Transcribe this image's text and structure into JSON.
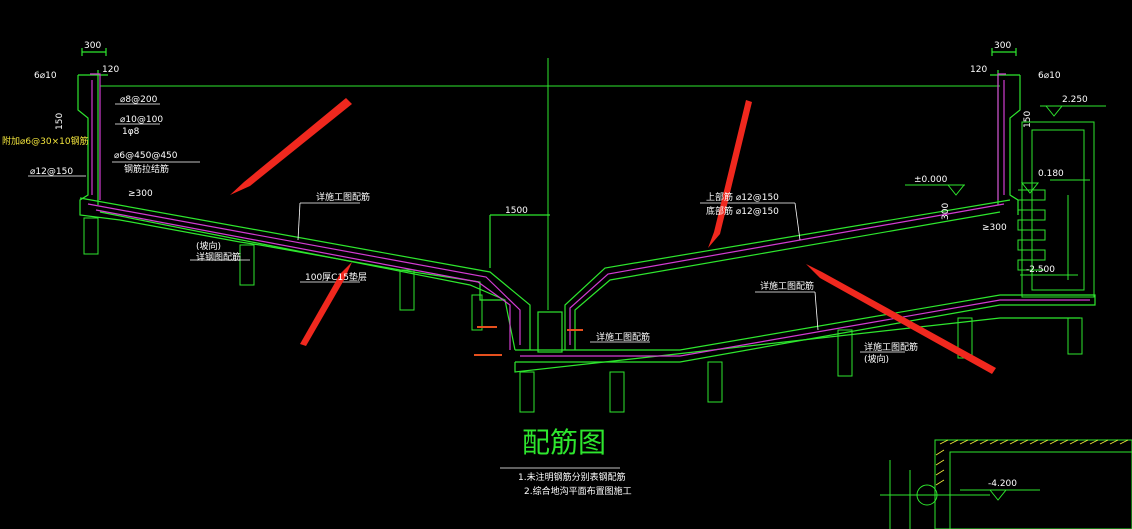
{
  "drawing": {
    "title": "配筋图",
    "notes": [
      "1.未注明钢筋分别表钢配筋",
      "2.综合地沟平面布置图施工"
    ]
  },
  "dimensions": {
    "top_left_300": "300",
    "top_right_300": "300",
    "left_120": "120",
    "right_120": "120",
    "left_150": "150",
    "right_150": "150",
    "center_1500": "1500",
    "left_300_gap": "≥300",
    "right_300_gap": "≥300",
    "right_300_wall": "300"
  },
  "elevations": {
    "e1": "2.250",
    "e2": "0.180",
    "e3": "±0.000",
    "e4": "-2.500",
    "e5": "-4.200"
  },
  "annotations": {
    "a_6phi10_left": "6⌀10",
    "a_6phi10_right": "6⌀10",
    "a_phi8_200": "⌀8@200",
    "a_phi10_100": "⌀10@100",
    "a_phi10_100_sub": "1φ8",
    "a_phi6_450": "⌀6@450@450",
    "a_phi6_sub": "钢筋拉结筋",
    "a_phi12_150": "⌀12@150",
    "a_yellow": "附加⌀6@30×10钢筋",
    "a_top_bar": "上部筋  ⌀12@150",
    "a_bottom_bar": "底部筋  ⌀12@150",
    "a_left_slope": "详施工图配筋",
    "a_left_bottom_1": "(坡向)",
    "a_left_bottom_2": "详钢图配筋",
    "a_left_under": "100厚C15垫层",
    "a_right_slope": "详施工图配筋",
    "a_right_bottom_1": "详施工图配筋",
    "a_right_bottom_2": "(坡向)",
    "a_center_bottom": "详施工图配筋"
  }
}
